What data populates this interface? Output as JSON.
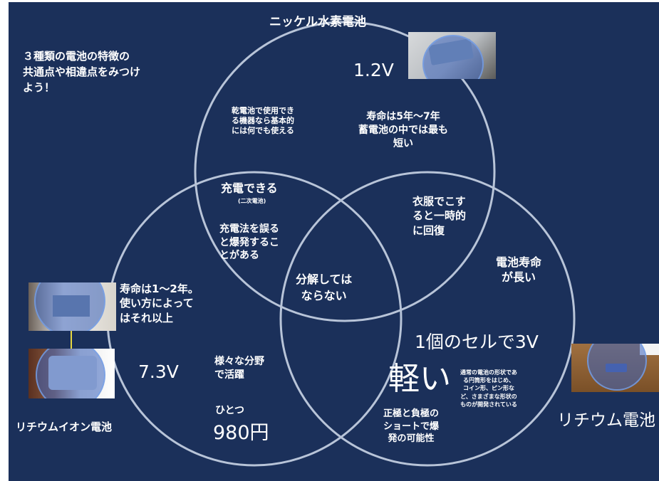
{
  "sets": {
    "nimh": "ニッケル水素電池",
    "liion": "リチウムイオン電池",
    "lithium": "リチウム電池"
  },
  "instruction": "３種類の電池の特徴の\n共通点や相違点をみつけ\nよう！",
  "nimh": {
    "voltage": "1.2V",
    "usage": "乾電池で使用でき\nる機器なら基本的\nには何でも使える",
    "lifespan": "寿命は5年～7年\n蓄電池の中では最も\n短い"
  },
  "nimh_liion": {
    "rechargeable": "充電できる",
    "rechargeable_note": "(二次電池)",
    "danger": "充電法を誤る\nと爆発するこ\nとがある"
  },
  "nimh_lithium": {
    "recovery": "衣服でこす\nると一時的\nに回復"
  },
  "center": {
    "text": "分解しては\nならない"
  },
  "liion": {
    "lifespan": "寿命は1～2年。\n使い方によって\nはそれ以上",
    "voltage": "7.3V"
  },
  "liion_lithium": {
    "uses": "様々な分野\nで活躍",
    "price_label": "ひとつ",
    "price": "980円"
  },
  "lithium": {
    "long_life": "電池寿命\nが長い",
    "cell_voltage": "1個のセルで3V",
    "light": "軽い",
    "shapes": "通常の電池の形状であ\nる円筒形をはじめ、\nコイン形、ピン形な\nど、さまざまな形状の\nものが開発されている",
    "short_circuit": "正極と負極の\nショートで爆\n発の可能性"
  },
  "colors": {
    "background": "#1b305a",
    "circle_stroke": "#b8c4d8",
    "text": "#ffffff",
    "connector": "#e8d840"
  }
}
